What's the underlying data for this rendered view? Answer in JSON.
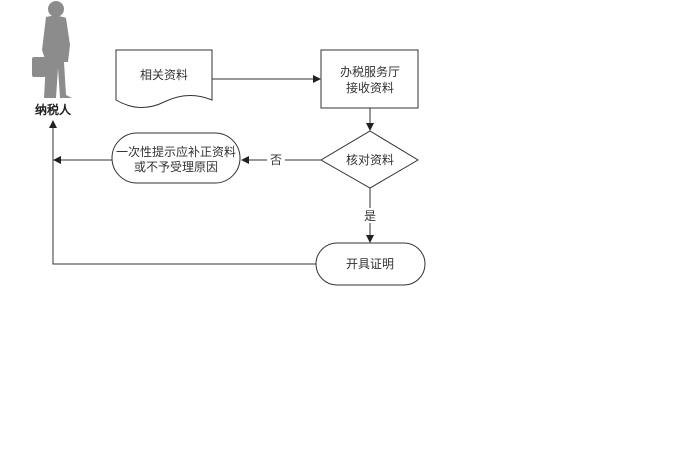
{
  "actor": {
    "label": "纳税人"
  },
  "nodes": {
    "documents": "相关资料",
    "receive": [
      "办税服务厅",
      "接收资料"
    ],
    "check": "核对资料",
    "reject": [
      "一次性提示应补正资料",
      "或不予受理原因"
    ],
    "certify": "开具证明"
  },
  "edges": {
    "no": "否",
    "yes": "是"
  },
  "colors": {
    "line": "#333333",
    "silhouette": "#8c8c8c"
  }
}
